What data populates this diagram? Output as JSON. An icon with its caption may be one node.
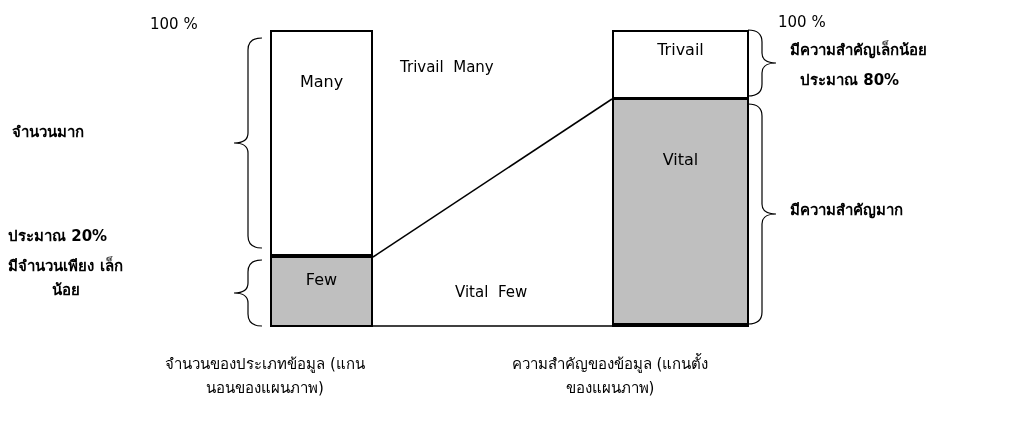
{
  "diagram": {
    "nodes": [
      {
        "text": [
          "Many"
        ]
      },
      {
        "text": [
          "Trivail"
        ]
      },
      {
        "text": [
          "Vital"
        ]
      },
      {
        "text": [
          "Few"
        ]
      }
    ],
    "edges": [
      {
        "from": 3,
        "to": 2,
        "arrow": "none"
      },
      {
        "from": 3,
        "to": 2,
        "arrow": "none"
      }
    ],
    "labels": [
      "100 %",
      "Trivail  Many",
      "100 %",
      "มีความสำคัญเล็กน้อย",
      "ประมาณ 80%",
      "จำนวนมาก",
      "มีความสำคัญมาก",
      "ประมาณ 20%",
      "มีจำนวนเพียง เล็กน้อย",
      "Vital  Few",
      "จำนวนของประเภทข้อมูล (แกนนอนของแผนภาพ)",
      "ความสำคัญของข้อมูล (แกนตั้งของแผนภาพ)"
    ]
  }
}
